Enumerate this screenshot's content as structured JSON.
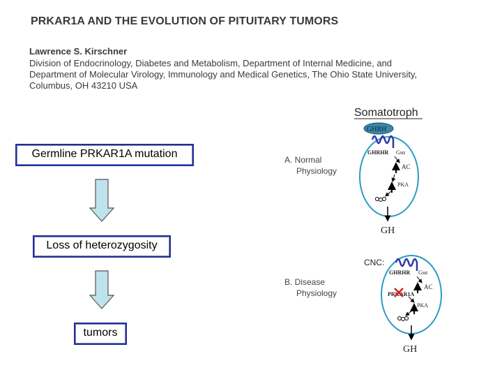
{
  "header": {
    "title": "PRKAR1A AND THE EVOLUTION OF PITUITARY TUMORS",
    "author": "Lawrence S. Kirschner",
    "affiliation_lines": [
      "Division of Endocrinology, Diabetes and Metabolism, Department of Internal Medicine, and",
      "Department of Molecular Virology, Immunology and Medical Genetics, The Ohio State University,",
      "Columbus, OH 43210 USA"
    ]
  },
  "flow": {
    "steps": [
      "Germline PRKAR1A mutation",
      "Loss of heterozygosity",
      "tumors"
    ]
  },
  "figure": {
    "title": "Somatotroph",
    "panel_a": {
      "label_line1": "A. Normal",
      "label_line2": "Physiology",
      "ligand": "GHRH",
      "receptor": "GHRHR",
      "gs": "Gsα",
      "ac": "AC",
      "pka": "PKA",
      "output": "GH"
    },
    "panel_b": {
      "cnc": "CNC:",
      "label_line1": "B. Disease",
      "label_line2": "Physiology",
      "receptor": "GHRHR",
      "gs": "Gsα",
      "ac": "AC",
      "prkar1a": "PRKAR1A",
      "pka": "PKA",
      "output": "GH"
    }
  },
  "colors": {
    "box_border": "#1f2f9a",
    "arrow_fill": "#bfe3ec",
    "ligand_fill": "#3b86a8",
    "cell_outline": "#2a9bc4",
    "squiggle": "#2c38a8",
    "mutation_x": "#d12020"
  }
}
